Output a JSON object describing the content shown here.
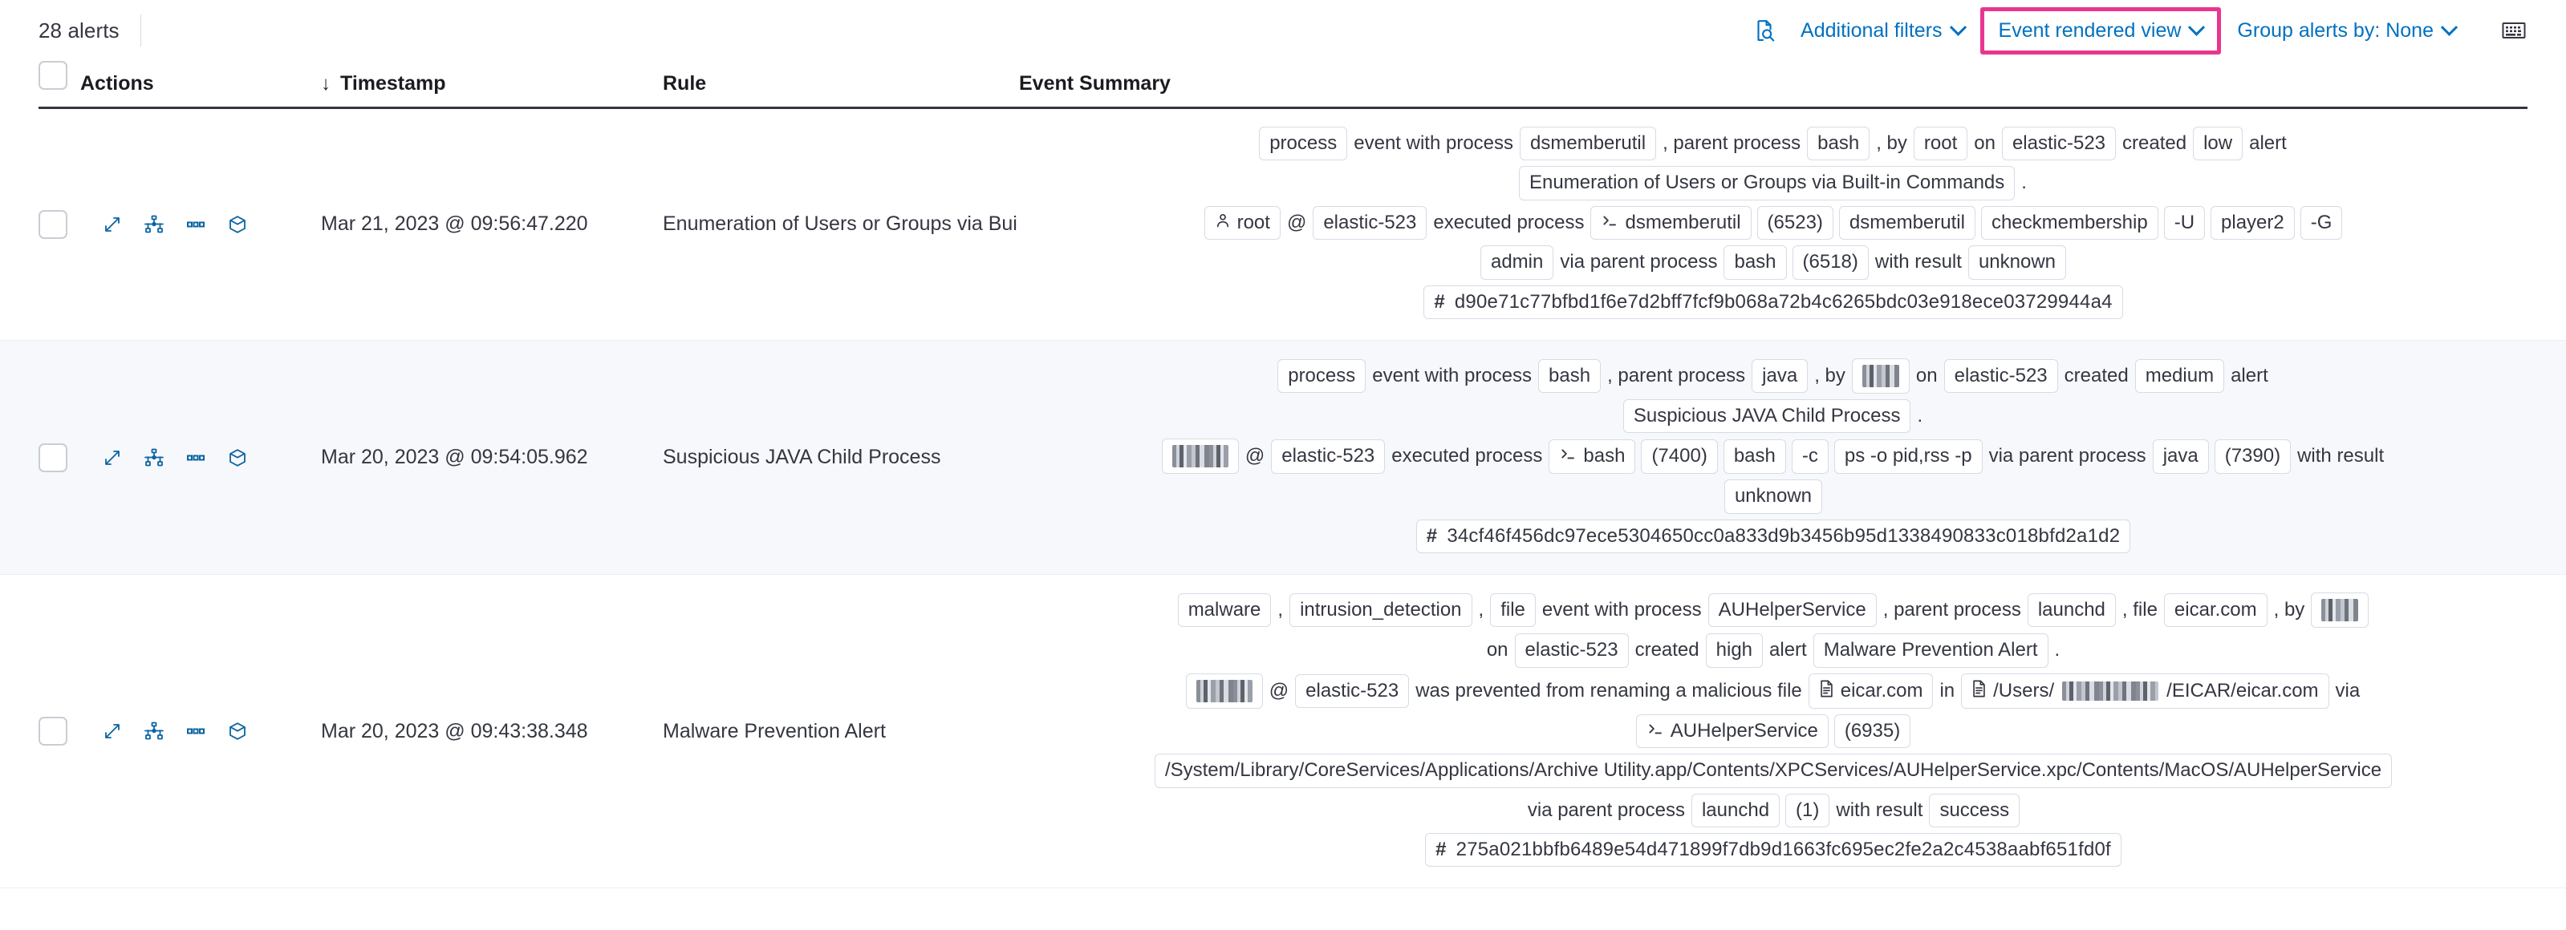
{
  "toolbar": {
    "alerts_count": "28 alerts",
    "inspect_icon": "document-search-icon",
    "additional_filters": "Additional filters",
    "event_rendered_view": "Event rendered view",
    "group_alerts_by": "Group alerts by: None",
    "keyboard_icon": "keyboard-icon",
    "highlight_color": "#e8368f",
    "link_color": "#0071c2"
  },
  "table": {
    "headers": {
      "actions": "Actions",
      "timestamp": "Timestamp",
      "sort_arrow": "↓",
      "rule": "Rule",
      "event_summary": "Event Summary"
    },
    "row_actions": [
      "expand-icon",
      "analyzer-icon",
      "more-actions-icon",
      "session-view-icon"
    ],
    "rows": [
      {
        "timestamp": "Mar 21, 2023 @ 09:56:47.220",
        "rule": "Enumeration of Users or Groups via Bui",
        "striped": false,
        "summary_lines": [
          [
            {
              "t": "chip",
              "v": "process"
            },
            {
              "t": "txt",
              "v": "event with process"
            },
            {
              "t": "chip",
              "v": "dsmemberutil"
            },
            {
              "t": "txt",
              "v": ", parent process"
            },
            {
              "t": "chip",
              "v": "bash"
            },
            {
              "t": "txt",
              "v": ", by"
            },
            {
              "t": "chip",
              "v": "root"
            },
            {
              "t": "txt",
              "v": "on"
            },
            {
              "t": "chip",
              "v": "elastic-523"
            },
            {
              "t": "txt",
              "v": "created"
            },
            {
              "t": "chip",
              "v": "low"
            },
            {
              "t": "txt",
              "v": "alert"
            }
          ],
          [
            {
              "t": "chip",
              "v": "Enumeration of Users or Groups via Built-in Commands"
            },
            {
              "t": "txt",
              "v": "."
            }
          ],
          [
            {
              "t": "chip-user",
              "v": "root"
            },
            {
              "t": "txt",
              "v": "@"
            },
            {
              "t": "chip",
              "v": "elastic-523"
            },
            {
              "t": "txt",
              "v": "executed process"
            },
            {
              "t": "chip-proc",
              "v": "dsmemberutil"
            },
            {
              "t": "chip",
              "v": "(6523)"
            },
            {
              "t": "chip",
              "v": "dsmemberutil"
            },
            {
              "t": "chip",
              "v": "checkmembership"
            },
            {
              "t": "chip",
              "v": "-U"
            },
            {
              "t": "chip",
              "v": "player2"
            },
            {
              "t": "chip",
              "v": "-G"
            }
          ],
          [
            {
              "t": "chip",
              "v": "admin"
            },
            {
              "t": "txt",
              "v": "via parent process"
            },
            {
              "t": "chip",
              "v": "bash"
            },
            {
              "t": "chip",
              "v": "(6518)"
            },
            {
              "t": "txt",
              "v": "with result"
            },
            {
              "t": "chip",
              "v": "unknown"
            }
          ],
          [
            {
              "t": "chip-hash",
              "v": "d90e71c77bfbd1f6e7d2bff7fcf9b068a72b4c6265bdc03e918ece03729944a4"
            }
          ]
        ]
      },
      {
        "timestamp": "Mar 20, 2023 @ 09:54:05.962",
        "rule": "Suspicious JAVA Child Process",
        "striped": true,
        "summary_lines": [
          [
            {
              "t": "chip",
              "v": "process"
            },
            {
              "t": "txt",
              "v": "event with process"
            },
            {
              "t": "chip",
              "v": "bash"
            },
            {
              "t": "txt",
              "v": ", parent process"
            },
            {
              "t": "chip",
              "v": "java"
            },
            {
              "t": "txt",
              "v": ", by"
            },
            {
              "t": "chip-redacted",
              "v": ""
            },
            {
              "t": "txt",
              "v": "on"
            },
            {
              "t": "chip",
              "v": "elastic-523"
            },
            {
              "t": "txt",
              "v": "created"
            },
            {
              "t": "chip",
              "v": "medium"
            },
            {
              "t": "txt",
              "v": "alert"
            }
          ],
          [
            {
              "t": "chip",
              "v": "Suspicious JAVA Child Process"
            },
            {
              "t": "txt",
              "v": "."
            }
          ],
          [
            {
              "t": "chip-redacted-wide",
              "v": ""
            },
            {
              "t": "txt",
              "v": "@"
            },
            {
              "t": "chip",
              "v": "elastic-523"
            },
            {
              "t": "txt",
              "v": "executed process"
            },
            {
              "t": "chip-proc",
              "v": "bash"
            },
            {
              "t": "chip",
              "v": "(7400)"
            },
            {
              "t": "chip",
              "v": "bash"
            },
            {
              "t": "chip",
              "v": "-c"
            },
            {
              "t": "chip",
              "v": "ps -o pid,rss -p"
            },
            {
              "t": "txt",
              "v": "via parent process"
            },
            {
              "t": "chip",
              "v": "java"
            },
            {
              "t": "chip",
              "v": "(7390)"
            },
            {
              "t": "txt",
              "v": "with result"
            }
          ],
          [
            {
              "t": "chip",
              "v": "unknown"
            }
          ],
          [
            {
              "t": "chip-hash",
              "v": "34cf46f456dc97ece5304650cc0a833d9b3456b95d1338490833c018bfd2a1d2"
            }
          ]
        ]
      },
      {
        "timestamp": "Mar 20, 2023 @ 09:43:38.348",
        "rule": "Malware Prevention Alert",
        "striped": false,
        "summary_lines": [
          [
            {
              "t": "chip",
              "v": "malware"
            },
            {
              "t": "txt",
              "v": ","
            },
            {
              "t": "chip",
              "v": "intrusion_detection"
            },
            {
              "t": "txt",
              "v": ","
            },
            {
              "t": "chip",
              "v": "file"
            },
            {
              "t": "txt",
              "v": "event with process"
            },
            {
              "t": "chip",
              "v": "AUHelperService"
            },
            {
              "t": "txt",
              "v": ", parent process"
            },
            {
              "t": "chip",
              "v": "launchd"
            },
            {
              "t": "txt",
              "v": ", file"
            },
            {
              "t": "chip",
              "v": "eicar.com"
            },
            {
              "t": "txt",
              "v": ", by"
            },
            {
              "t": "chip-redacted",
              "v": ""
            }
          ],
          [
            {
              "t": "txt",
              "v": "on"
            },
            {
              "t": "chip",
              "v": "elastic-523"
            },
            {
              "t": "txt",
              "v": "created"
            },
            {
              "t": "chip",
              "v": "high"
            },
            {
              "t": "txt",
              "v": "alert"
            },
            {
              "t": "chip",
              "v": "Malware Prevention Alert"
            },
            {
              "t": "txt",
              "v": "."
            }
          ],
          [
            {
              "t": "chip-redacted-wide",
              "v": ""
            },
            {
              "t": "txt",
              "v": "@"
            },
            {
              "t": "chip",
              "v": "elastic-523"
            },
            {
              "t": "txt",
              "v": "was prevented from renaming a malicious file"
            },
            {
              "t": "chip-file",
              "v": "eicar.com"
            },
            {
              "t": "txt",
              "v": "in"
            },
            {
              "t": "chip-file-redacted",
              "pre": "/Users/",
              "post": "/EICAR/eicar.com"
            },
            {
              "t": "txt",
              "v": "via"
            }
          ],
          [
            {
              "t": "chip-proc",
              "v": "AUHelperService"
            },
            {
              "t": "chip",
              "v": "(6935)"
            }
          ],
          [
            {
              "t": "chip",
              "v": "/System/Library/CoreServices/Applications/Archive Utility.app/Contents/XPCServices/AUHelperService.xpc/Contents/MacOS/AUHelperService"
            }
          ],
          [
            {
              "t": "txt",
              "v": "via parent process"
            },
            {
              "t": "chip",
              "v": "launchd"
            },
            {
              "t": "chip",
              "v": "(1)"
            },
            {
              "t": "txt",
              "v": "with result"
            },
            {
              "t": "chip",
              "v": "success"
            }
          ],
          [
            {
              "t": "chip-hash",
              "v": "275a021bbfb6489e54d471899f7db9d1663fc695ec2fe2a2c4538aabf651fd0f"
            }
          ]
        ]
      }
    ]
  }
}
